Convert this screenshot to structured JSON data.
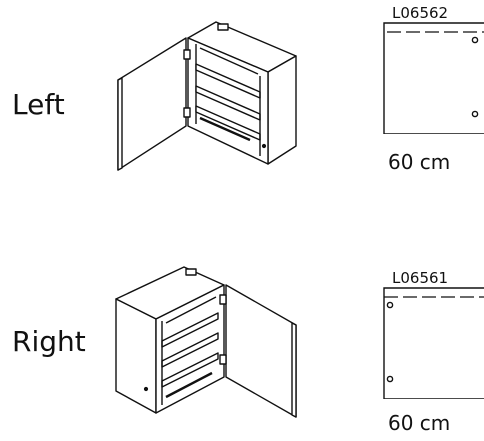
{
  "variants": [
    {
      "side_label": "Left",
      "code": "L06562",
      "width_label": "60 cm",
      "hinge_side": "left",
      "icons": [
        "cabinet-door-left-icon",
        "hinge-plan-icon"
      ]
    },
    {
      "side_label": "Right",
      "code": "L06561",
      "width_label": "60 cm",
      "hinge_side": "right",
      "icons": [
        "cabinet-door-right-icon",
        "hinge-plan-icon"
      ]
    }
  ]
}
